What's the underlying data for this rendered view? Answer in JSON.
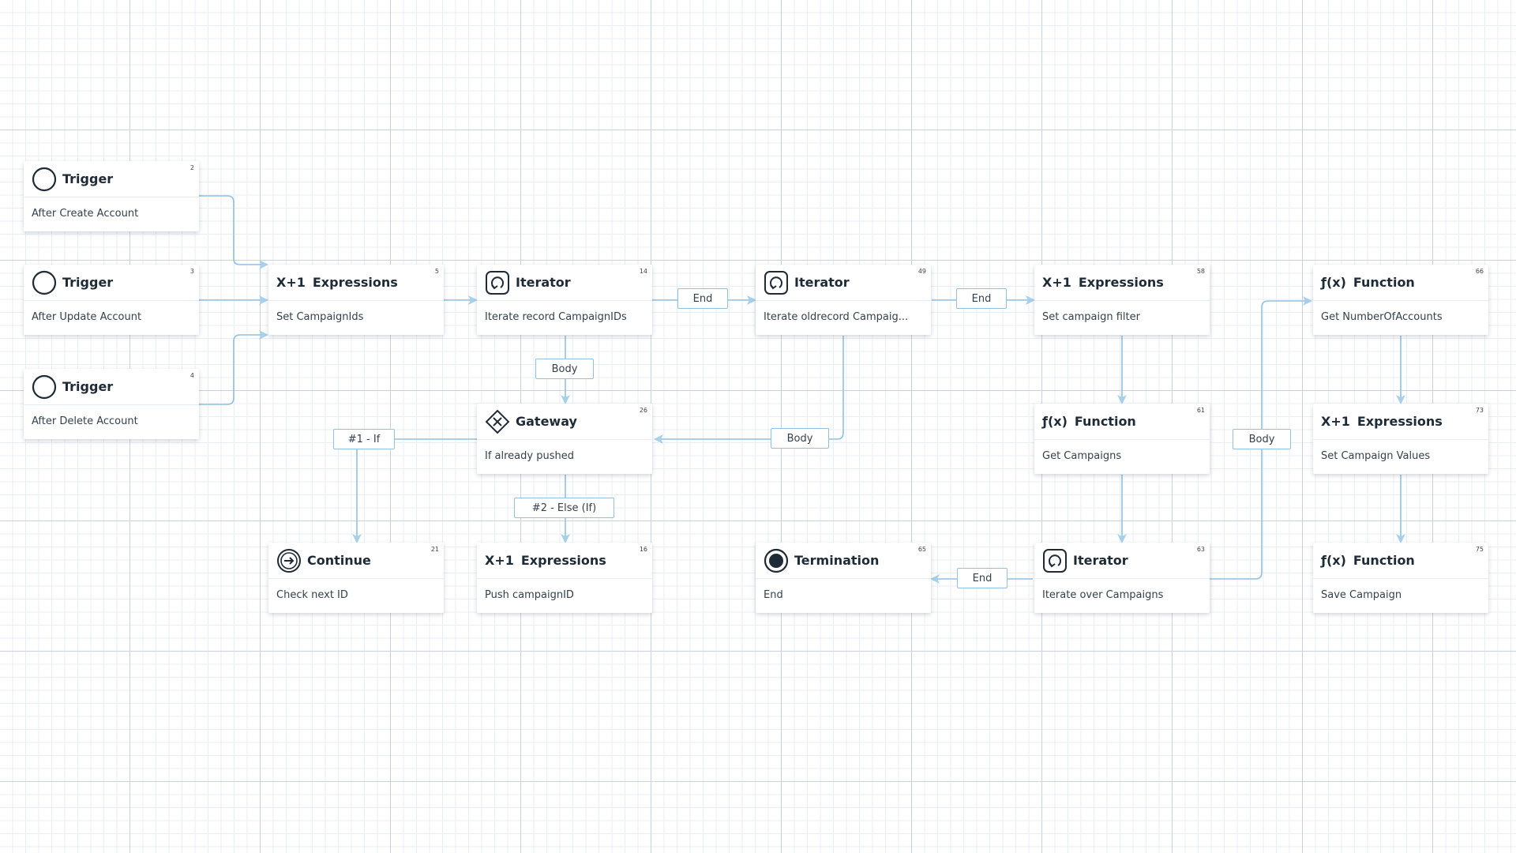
{
  "nodes": [
    {
      "id": "trigger-create",
      "title": "Trigger",
      "subtitle": "After Create Account",
      "number": "2",
      "icon": "circle-outline-icon"
    },
    {
      "id": "trigger-update",
      "title": "Trigger",
      "subtitle": "After Update Account",
      "number": "3",
      "icon": "circle-outline-icon"
    },
    {
      "id": "trigger-delete",
      "title": "Trigger",
      "subtitle": "After Delete Account",
      "number": "4",
      "icon": "circle-outline-icon"
    },
    {
      "id": "expr-set-campaignids",
      "title": "Expressions",
      "subtitle": "Set CampaignIds",
      "number": "5",
      "icon": "x-plus-one-icon",
      "icon_text": "X+1"
    },
    {
      "id": "iter-record",
      "title": "Iterator",
      "subtitle": "Iterate record CampaignIDs",
      "number": "14",
      "icon": "loop-icon"
    },
    {
      "id": "iter-oldrecord",
      "title": "Iterator",
      "subtitle": "Iterate oldrecord Campaig...",
      "number": "49",
      "icon": "loop-icon"
    },
    {
      "id": "expr-set-filter",
      "title": "Expressions",
      "subtitle": "Set campaign filter",
      "number": "58",
      "icon": "x-plus-one-icon",
      "icon_text": "X+1"
    },
    {
      "id": "func-get-number",
      "title": "Function",
      "subtitle": "Get NumberOfAccounts",
      "number": "66",
      "icon": "function-icon",
      "icon_text": "ƒ(x)"
    },
    {
      "id": "gateway",
      "title": "Gateway",
      "subtitle": "If already pushed",
      "number": "26",
      "icon": "gateway-diamond-icon"
    },
    {
      "id": "func-get-campaigns",
      "title": "Function",
      "subtitle": "Get Campaigns",
      "number": "61",
      "icon": "function-icon",
      "icon_text": "ƒ(x)"
    },
    {
      "id": "expr-set-values",
      "title": "Expressions",
      "subtitle": "Set Campaign Values",
      "number": "73",
      "icon": "x-plus-one-icon",
      "icon_text": "X+1"
    },
    {
      "id": "continue",
      "title": "Continue",
      "subtitle": "Check next ID",
      "number": "21",
      "icon": "continue-icon"
    },
    {
      "id": "expr-push",
      "title": "Expressions",
      "subtitle": "Push campaignID",
      "number": "16",
      "icon": "x-plus-one-icon",
      "icon_text": "X+1"
    },
    {
      "id": "termination",
      "title": "Termination",
      "subtitle": "End",
      "number": "65",
      "icon": "termination-icon"
    },
    {
      "id": "iter-campaigns",
      "title": "Iterator",
      "subtitle": "Iterate over Campaigns",
      "number": "63",
      "icon": "loop-icon"
    },
    {
      "id": "func-save",
      "title": "Function",
      "subtitle": "Save Campaign",
      "number": "75",
      "icon": "function-icon",
      "icon_text": "ƒ(x)"
    }
  ],
  "edge_labels": [
    {
      "id": "end-1",
      "text": "End"
    },
    {
      "id": "end-2",
      "text": "End"
    },
    {
      "id": "body-1",
      "text": "Body"
    },
    {
      "id": "body-2",
      "text": "Body"
    },
    {
      "id": "body-3",
      "text": "Body"
    },
    {
      "id": "if-1",
      "text": "#1 - If"
    },
    {
      "id": "else-2",
      "text": "#2 - Else (If)"
    },
    {
      "id": "end-3",
      "text": "End"
    }
  ],
  "colors": {
    "edge": "#8fc1e2",
    "arrow": "#a8d0ea",
    "text": "#1e2b36"
  }
}
